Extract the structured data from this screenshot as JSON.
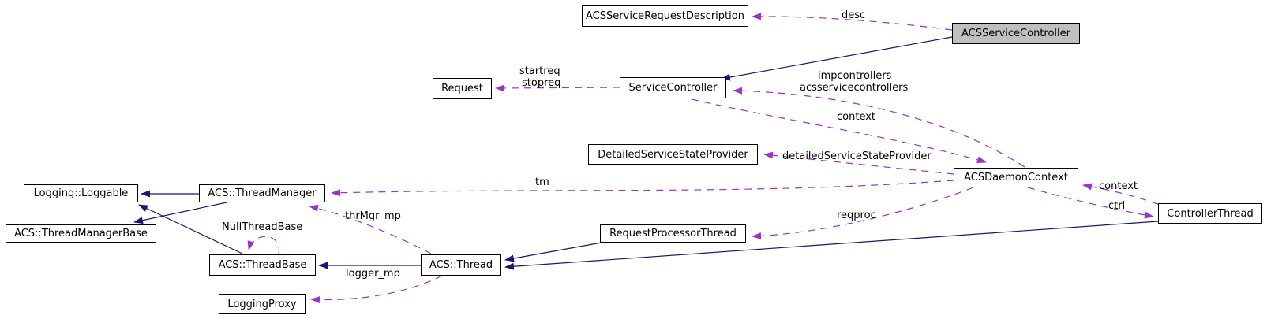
{
  "diagram": {
    "type": "doxygen-collaboration-graph",
    "selected_node": "ACSServiceController"
  },
  "palette": {
    "inheritance_edge": "#191970",
    "usage_edge": "#9a32cd",
    "node_border": "#000000",
    "node_fill": "#ffffff",
    "selected_node_fill": "#bfbfbf",
    "background": "#ffffff"
  },
  "nodes": [
    {
      "id": "ACSServiceRequestDescription",
      "label": "ACSServiceRequestDescription",
      "selected": false
    },
    {
      "id": "ACSServiceController",
      "label": "ACSServiceController",
      "selected": true
    },
    {
      "id": "Request",
      "label": "Request",
      "selected": false
    },
    {
      "id": "ServiceController",
      "label": "ServiceController",
      "selected": false
    },
    {
      "id": "DetailedServiceStateProvider",
      "label": "DetailedServiceStateProvider",
      "selected": false
    },
    {
      "id": "ACSDaemonContext",
      "label": "ACSDaemonContext",
      "selected": false
    },
    {
      "id": "ControllerThread",
      "label": "ControllerThread",
      "selected": false
    },
    {
      "id": "Logging::Loggable",
      "label": "Logging::Loggable",
      "selected": false
    },
    {
      "id": "ACS::ThreadManager",
      "label": "ACS::ThreadManager",
      "selected": false
    },
    {
      "id": "ACS::ThreadManagerBase",
      "label": "ACS::ThreadManagerBase",
      "selected": false
    },
    {
      "id": "ACS::ThreadBase",
      "label": "ACS::ThreadBase",
      "selected": false
    },
    {
      "id": "ACS::Thread",
      "label": "ACS::Thread",
      "selected": false
    },
    {
      "id": "RequestProcessorThread",
      "label": "RequestProcessorThread",
      "selected": false
    },
    {
      "id": "LoggingProxy",
      "label": "LoggingProxy",
      "selected": false
    }
  ],
  "edge_labels": [
    {
      "text": "desc"
    },
    {
      "text": "startreq"
    },
    {
      "text": "stopreq"
    },
    {
      "text": "impcontrollers"
    },
    {
      "text": "acsservicecontrollers"
    },
    {
      "text": "context"
    },
    {
      "text": "detailedServiceStateProvider"
    },
    {
      "text": "tm"
    },
    {
      "text": "context"
    },
    {
      "text": "ctrl"
    },
    {
      "text": "reqproc"
    },
    {
      "text": "thrMgr_mp"
    },
    {
      "text": "NullThreadBase"
    },
    {
      "text": "logger_mp"
    }
  ],
  "edges": [
    {
      "from": "ACSServiceController",
      "to": "ACSServiceRequestDescription",
      "label": "desc",
      "style": "dashed-usage"
    },
    {
      "from": "ACSServiceController",
      "to": "ServiceController",
      "label": "",
      "style": "solid-inheritance"
    },
    {
      "from": "ServiceController",
      "to": "Request",
      "label": "startreq stopreq",
      "style": "dashed-usage"
    },
    {
      "from": "ACSDaemonContext",
      "to": "ServiceController",
      "label": "impcontrollers acsservicecontrollers",
      "style": "dashed-usage"
    },
    {
      "from": "ServiceController",
      "to": "ACSDaemonContext",
      "label": "context",
      "style": "dashed-usage"
    },
    {
      "from": "ACSDaemonContext",
      "to": "DetailedServiceStateProvider",
      "label": "detailedServiceStateProvider",
      "style": "dashed-usage"
    },
    {
      "from": "ACSDaemonContext",
      "to": "ACS::ThreadManager",
      "label": "tm",
      "style": "dashed-usage"
    },
    {
      "from": "ControllerThread",
      "to": "ACSDaemonContext",
      "label": "context",
      "style": "dashed-usage"
    },
    {
      "from": "ACSDaemonContext",
      "to": "ControllerThread",
      "label": "ctrl",
      "style": "dashed-usage"
    },
    {
      "from": "ACSDaemonContext",
      "to": "RequestProcessorThread",
      "label": "reqproc",
      "style": "dashed-usage"
    },
    {
      "from": "ACS::ThreadManager",
      "to": "Logging::Loggable",
      "label": "",
      "style": "solid-inheritance"
    },
    {
      "from": "ACS::ThreadManager",
      "to": "ACS::ThreadManagerBase",
      "label": "",
      "style": "solid-inheritance"
    },
    {
      "from": "ACS::ThreadBase",
      "to": "Logging::Loggable",
      "label": "",
      "style": "solid-inheritance"
    },
    {
      "from": "ACS::ThreadBase",
      "to": "ACS::ThreadBase",
      "label": "NullThreadBase",
      "style": "dashed-usage"
    },
    {
      "from": "ACS::Thread",
      "to": "ACS::ThreadBase",
      "label": "",
      "style": "solid-inheritance"
    },
    {
      "from": "ACS::Thread",
      "to": "ACS::ThreadManager",
      "label": "thrMgr_mp",
      "style": "dashed-usage"
    },
    {
      "from": "ACS::Thread",
      "to": "LoggingProxy",
      "label": "logger_mp",
      "style": "dashed-usage"
    },
    {
      "from": "RequestProcessorThread",
      "to": "ACS::Thread",
      "label": "",
      "style": "solid-inheritance"
    },
    {
      "from": "ControllerThread",
      "to": "ACS::Thread",
      "label": "",
      "style": "solid-inheritance"
    }
  ]
}
